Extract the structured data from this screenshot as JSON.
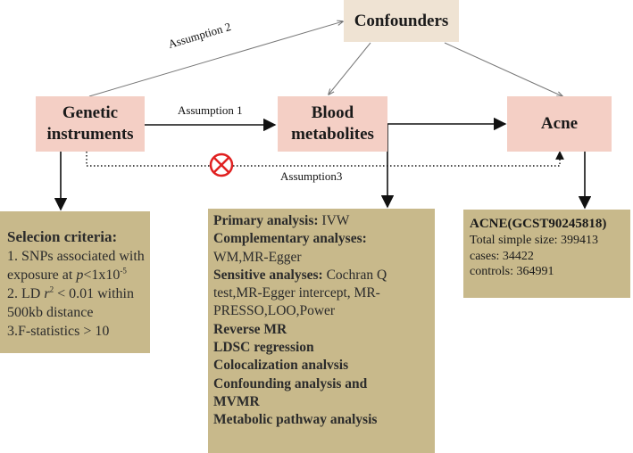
{
  "nodes": {
    "confounders": "Confounders",
    "genetic": [
      "Genetic",
      "instruments"
    ],
    "blood": [
      "Blood",
      "metabolites"
    ],
    "acne": "Acne"
  },
  "edges": {
    "assumption1": "Assumption 1",
    "assumption2": "Assumption 2",
    "assumption3": "Assumption3"
  },
  "criteria": {
    "title": "Selecion criteria:",
    "l1": "1. SNPs associated with",
    "l2_pre": "exposure at ",
    "l2_p": "p",
    "l2_mid": "<1x10",
    "l2_sup": "-5",
    "l3_pre": "2. LD ",
    "l3_r": "r",
    "l3_sup": "2",
    "l3_post": " < 0.01 within",
    "l4": "500kb distance",
    "l5": "3.F-statistics > 10"
  },
  "analysis": {
    "primary_label": "Primary analysis:",
    "primary_value": " IVW",
    "comp_label": "Complementary analyses:",
    "comp_value": "WM,MR-Egger",
    "sens_label": "Sensitive analyses:",
    "sens_value1": " Cochran Q",
    "sens_value2": "test,MR-Egger intercept, MR-",
    "sens_value3": "PRESSO,LOO,Power",
    "reverse": "Reverse MR",
    "ldsc": "LDSC regression",
    "coloc": "Colocalization analvsis",
    "confound1": "Confounding analysis and",
    "confound2": "MVMR",
    "pathway": "Metabolic pathway analysis"
  },
  "acne_data": {
    "title": "ACNE(GCST90245818)",
    "total": "Total simple size: 399413",
    "cases": "cases: 34422",
    "controls": "controls:  364991"
  },
  "colors": {
    "node_fill": "#f4cfc5",
    "confounder_fill": "#efe3d3",
    "panel_fill": "#c8b98b",
    "block_icon": "#e02020"
  }
}
